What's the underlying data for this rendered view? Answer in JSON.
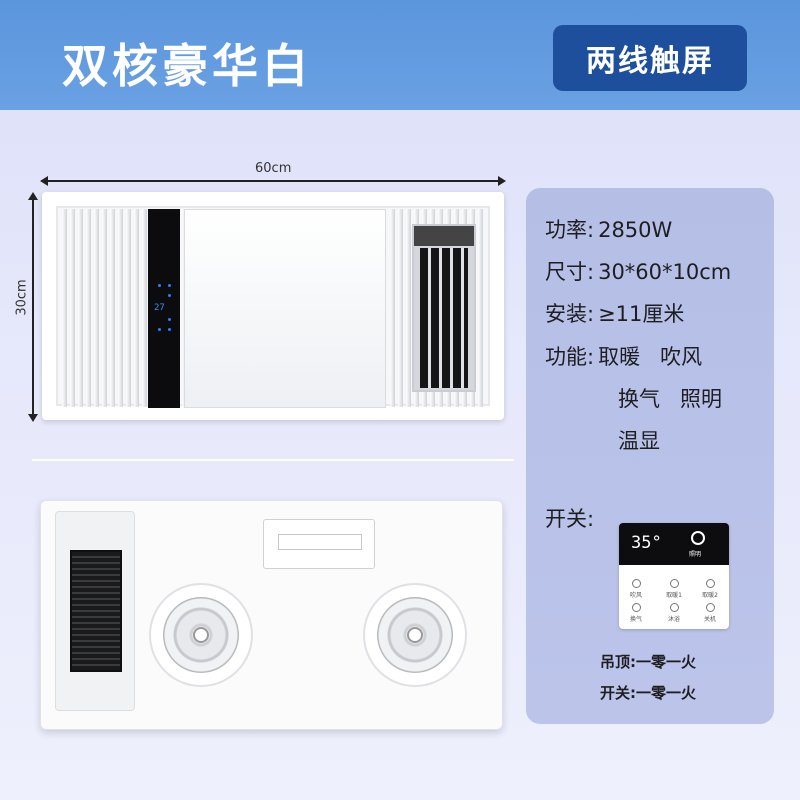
{
  "header": {
    "title": "双核豪华白",
    "badge": "两线触屏",
    "background_color": "#5b95dc",
    "badge_color": "#1d4f9d"
  },
  "dimensions": {
    "width_label": "60cm",
    "height_label": "30cm"
  },
  "top_product": {
    "display_reading": "27"
  },
  "specs": {
    "power_key": "功率:",
    "power_value": "2850W",
    "size_key": "尺寸:",
    "size_value": "30*60*10cm",
    "install_key": "安装:",
    "install_value": "≥11厘米",
    "function_key": "功能:",
    "functions_line1": "取暖   吹风",
    "functions_line2": "换气   照明",
    "functions_line3": "温显",
    "switch_key": "开关:",
    "card_color": "#b5bfe6"
  },
  "remote": {
    "temperature": "35°",
    "light_label": "照明",
    "buttons": [
      {
        "icon": "fan-icon",
        "label": "吹风"
      },
      {
        "icon": "heat-1-icon",
        "label": "取暖1"
      },
      {
        "icon": "heat-2-icon",
        "label": "取暖2"
      },
      {
        "icon": "vent-icon",
        "label": "换气"
      },
      {
        "icon": "bath-icon",
        "label": "沐浴"
      },
      {
        "icon": "power-icon",
        "label": "关机"
      }
    ]
  },
  "wiring": {
    "ceiling": "吊顶:一零一火",
    "switch": "开关:一零一火"
  }
}
